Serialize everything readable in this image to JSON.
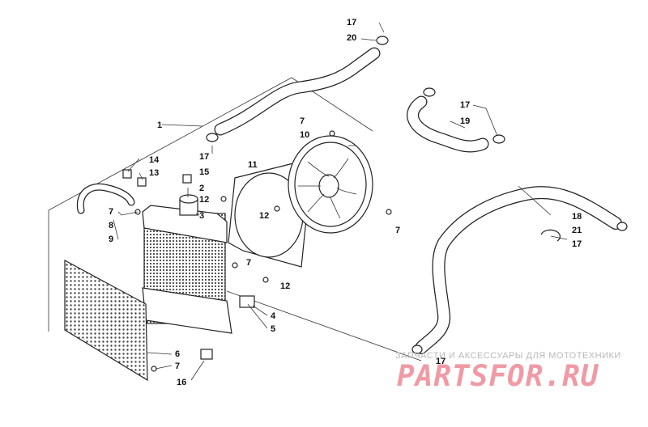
{
  "callouts": {
    "c1": "1",
    "c2": "2",
    "c3": "3",
    "c4": "4",
    "c5": "5",
    "c6": "6",
    "c7a": "7",
    "c7b": "7",
    "c7c": "7",
    "c7d": "7",
    "c7e": "7",
    "c8": "8",
    "c9": "9",
    "c10": "10",
    "c11": "11",
    "c12a": "12",
    "c12b": "12",
    "c12c": "12",
    "c13": "13",
    "c14": "14",
    "c15": "15",
    "c16": "16",
    "c17a": "17",
    "c17b": "17",
    "c17c": "17",
    "c17d": "17",
    "c17e": "17",
    "c18": "18",
    "c19": "19",
    "c20": "20",
    "c21": "21"
  },
  "watermark": {
    "tagline": "ЗАПЧАСТИ И АКСЕССУАРЫ ДЛЯ МОТОТЕХНИКИ",
    "logo": "PARTSFOR.RU"
  },
  "colors": {
    "line": "#222222",
    "watermark_text": "#b9b9b9",
    "watermark_logo": "#ef9aa4"
  }
}
